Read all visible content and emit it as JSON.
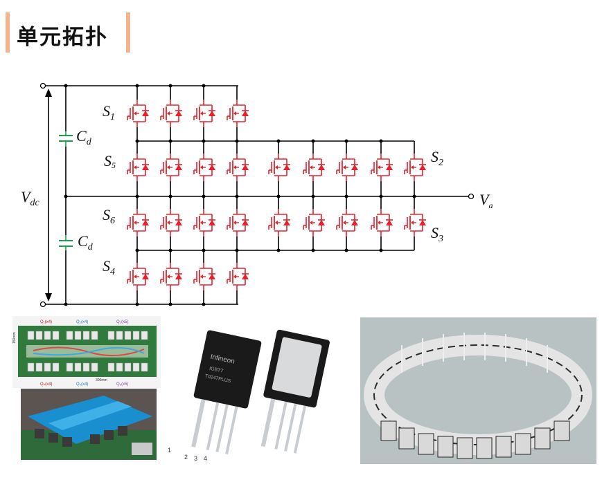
{
  "header": {
    "title": "单元拓扑"
  },
  "diagram": {
    "labels": {
      "vdc": "V",
      "vdc_sub": "dc",
      "cd_top": "C",
      "cd_top_sub": "d",
      "cd_bottom": "C",
      "cd_bottom_sub": "d",
      "s1": "S",
      "s1_sub": "1",
      "s5": "S",
      "s5_sub": "5",
      "s6": "S",
      "s6_sub": "6",
      "s4": "S",
      "s4_sub": "4",
      "s2": "S",
      "s2_sub": "2",
      "s3": "S",
      "s3_sub": "3",
      "va": "V",
      "va_sub": "a"
    },
    "colors": {
      "switch": "#e8202a",
      "wire": "#000000",
      "capacitor": "#1a9e4a"
    }
  },
  "photos": {
    "board_top_labels": [
      "Q₁(x4)",
      "Q₂(x4)",
      "Q₃(x5)",
      "Q₄(x4)",
      "Q₅(x4)",
      "Q₆(x5)"
    ],
    "board_top_dim_h": "300mm",
    "board_top_dim_v": "150mm",
    "package_brand": "Infineon",
    "package_line1": "IGBT7",
    "package_line2": "T0247PLUS",
    "package_pins": [
      "1",
      "2",
      "3",
      "4"
    ]
  }
}
